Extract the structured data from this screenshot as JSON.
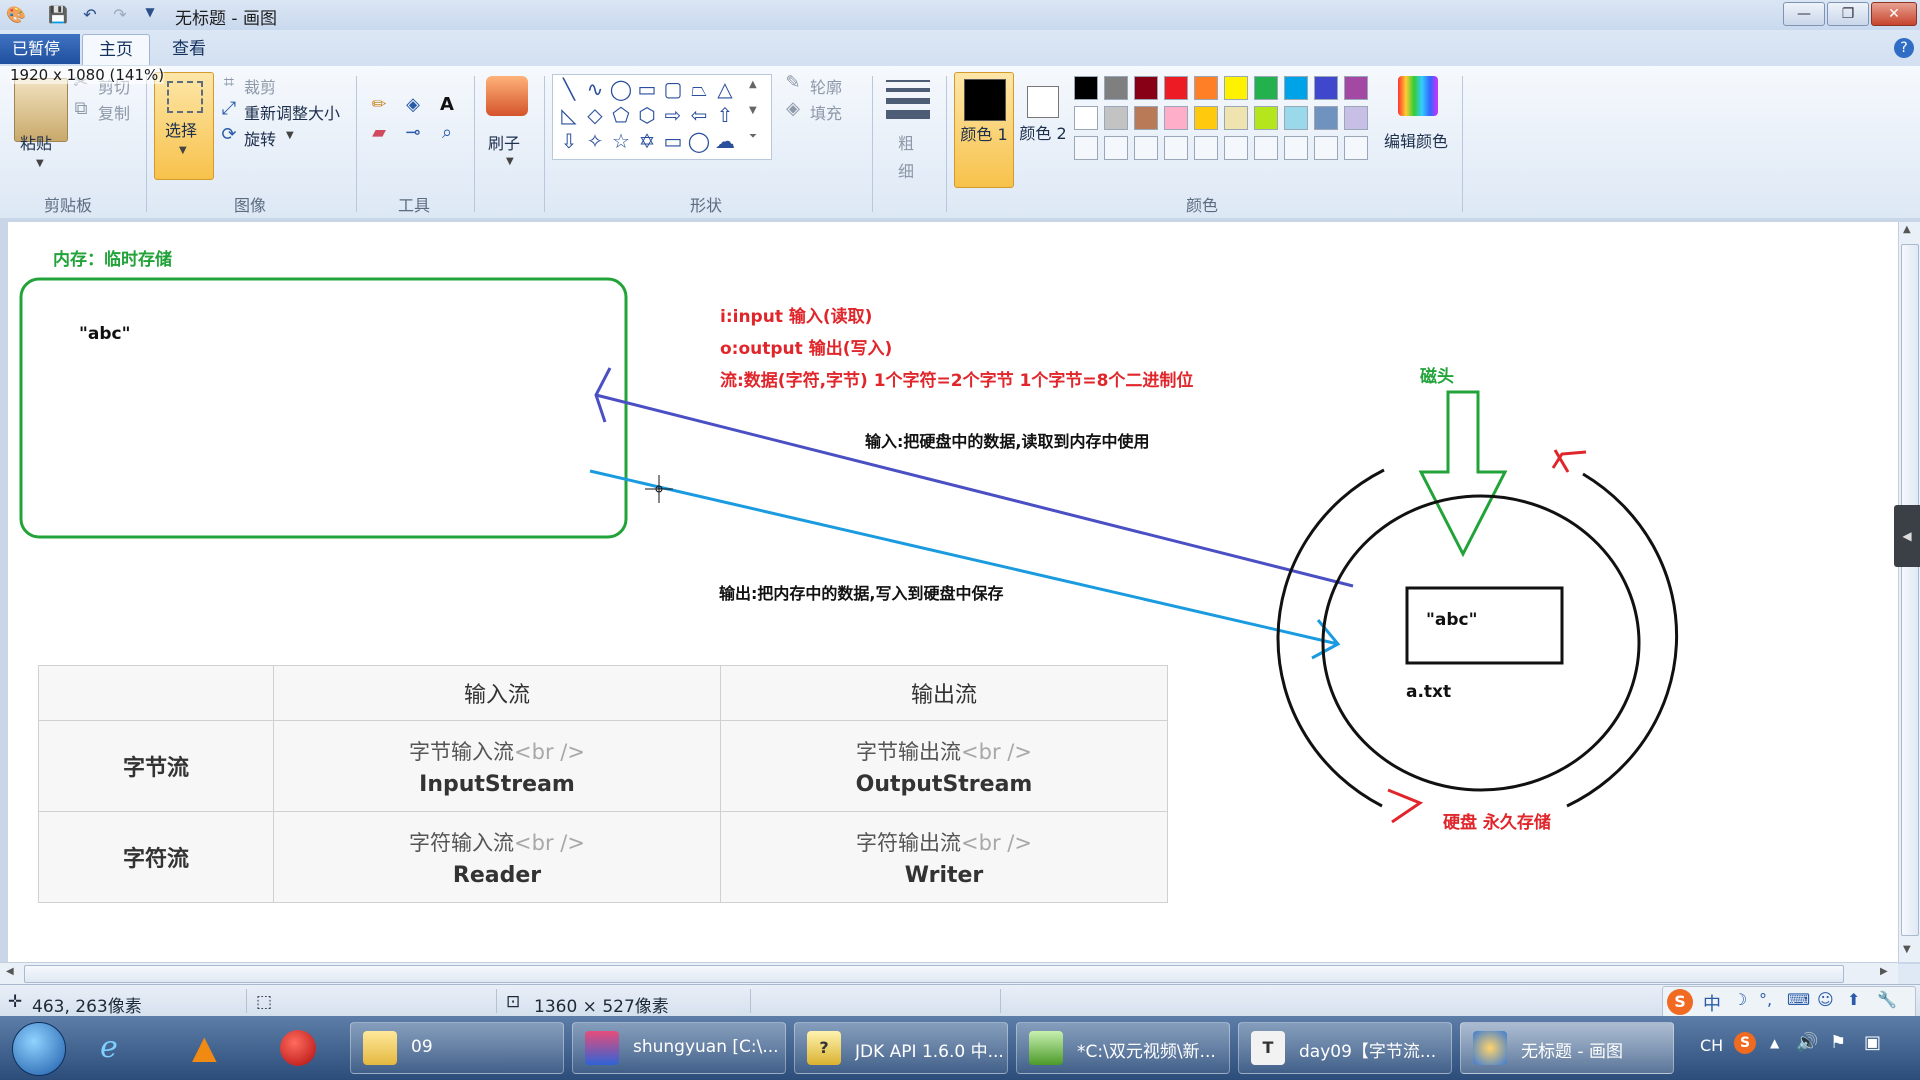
{
  "window": {
    "title": "无标题 - 画图",
    "minimize": "—",
    "maximize": "❐",
    "close": "✕"
  },
  "ribbon": {
    "file_tab": "已暂停",
    "tabs": [
      "主页",
      "查看"
    ],
    "canvas_badge": "1920 x 1080 (141%)",
    "clipboard": {
      "paste": "粘贴",
      "cut": "剪切",
      "copy": "复制",
      "label": "剪贴板"
    },
    "image": {
      "select": "选择",
      "crop": "裁剪",
      "resize": "重新调整大小",
      "rotate": "旋转",
      "label": "图像"
    },
    "tools": {
      "label": "工具"
    },
    "brushes": {
      "label": "刷子"
    },
    "shapes": {
      "outline": "轮廓",
      "fill": "填充",
      "label": "形状"
    },
    "size": {
      "label": "粗细"
    },
    "colors": {
      "color1": "颜色 1",
      "color2": "颜色 2",
      "edit": "编辑颜色",
      "label": "颜色",
      "color1_value": "#000000",
      "color2_value": "#ffffff",
      "row1": [
        "#000000",
        "#7f7f7f",
        "#880015",
        "#ed1c24",
        "#ff7f27",
        "#fff200",
        "#22b14c",
        "#00a2e8",
        "#3f48cc",
        "#a349a4"
      ],
      "row2": [
        "#ffffff",
        "#c3c3c3",
        "#b97a57",
        "#ffaec9",
        "#ffc90e",
        "#efe4b0",
        "#b5e61d",
        "#99d9ea",
        "#7092be",
        "#c8bfe7"
      ]
    }
  },
  "drawing": {
    "memory_label": "内存：临时存储",
    "memory_value": "\"abc\"",
    "notes": [
      "i:input 输入(读取)",
      "o:output 输出(写入)",
      "流:数据(字符,字节) 1个字符=2个字节 1个字节=8个二进制位"
    ],
    "input_desc": "输入:把硬盘中的数据,读取到内存中使用",
    "output_desc": "输出:把内存中的数据,写入到硬盘中保存",
    "head_label": "磁头",
    "disk_value": "\"abc\"",
    "file_name": "a.txt",
    "disk_label": "硬盘 永久存储",
    "colors": {
      "memory_box": "#22a33a",
      "input_arrow": "#4a4fc4",
      "output_arrow": "#1a9be0",
      "accent_red": "#e0262b"
    }
  },
  "table": {
    "headers": [
      "",
      "输入流",
      "输出流"
    ],
    "rows": [
      {
        "name": "字节流",
        "in_cn": "字节输入流",
        "in_br": "<br />",
        "in_en": "InputStream",
        "out_cn": "字节输出流",
        "out_br": "<br />",
        "out_en": "OutputStream"
      },
      {
        "name": "字符流",
        "in_cn": "字符输入流",
        "in_br": "<br />",
        "in_en": "Reader",
        "out_cn": "字符输出流",
        "out_br": "<br />",
        "out_en": "Writer"
      }
    ]
  },
  "statusbar": {
    "cursor": "463, 263像素",
    "selection_icon": "selection-size-icon",
    "canvas_size": "1360 × 527像素"
  },
  "taskbar": {
    "items": [
      "09",
      "shungyuan [C:\\...",
      "JDK API 1.6.0 中...",
      "*C:\\双元视频\\新...",
      "day09【字节流...",
      "无标题 - 画图"
    ],
    "lang": "CH",
    "ime": "中"
  }
}
